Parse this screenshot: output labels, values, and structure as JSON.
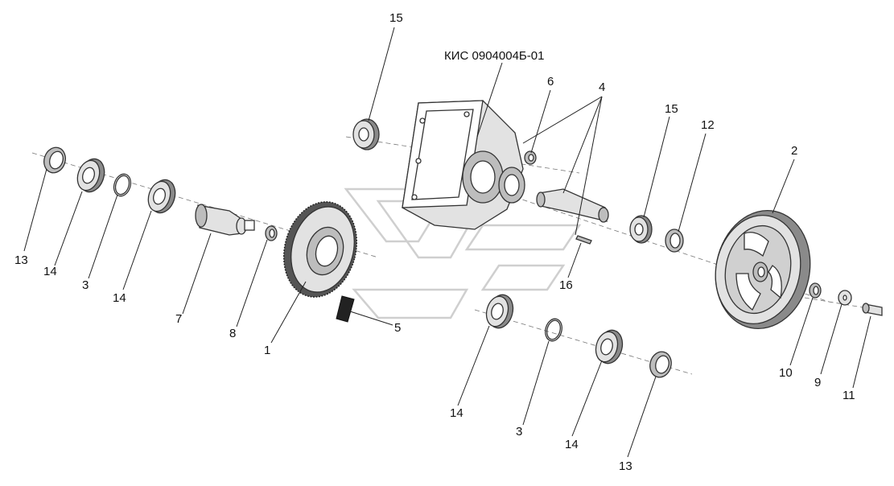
{
  "diagram": {
    "assembly_code": "КИС 0904004Б-01",
    "callouts": [
      {
        "id": "c15-top",
        "text": "15"
      },
      {
        "id": "c6",
        "text": "6"
      },
      {
        "id": "c4",
        "text": "4"
      },
      {
        "id": "c15-right",
        "text": "15"
      },
      {
        "id": "c12",
        "text": "12"
      },
      {
        "id": "c2",
        "text": "2"
      },
      {
        "id": "c13-left",
        "text": "13"
      },
      {
        "id": "c14-left-a",
        "text": "14"
      },
      {
        "id": "c3-left",
        "text": "3"
      },
      {
        "id": "c14-left-b",
        "text": "14"
      },
      {
        "id": "c7",
        "text": "7"
      },
      {
        "id": "c8",
        "text": "8"
      },
      {
        "id": "c1",
        "text": "1"
      },
      {
        "id": "c5",
        "text": "5"
      },
      {
        "id": "c16",
        "text": "16"
      },
      {
        "id": "c14-bottom-a",
        "text": "14"
      },
      {
        "id": "c3-bottom",
        "text": "3"
      },
      {
        "id": "c14-bottom-b",
        "text": "14"
      },
      {
        "id": "c13-bottom",
        "text": "13"
      },
      {
        "id": "c10",
        "text": "10"
      },
      {
        "id": "c9",
        "text": "9"
      },
      {
        "id": "c11",
        "text": "11"
      }
    ]
  }
}
